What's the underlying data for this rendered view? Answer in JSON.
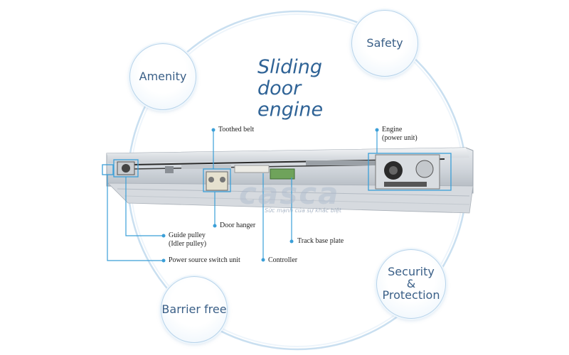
{
  "title": {
    "line1": "Sliding",
    "line2": "door",
    "line3": "engine"
  },
  "bubbles": {
    "amenity": "Amenity",
    "safety": "Safety",
    "barrier_free": "Barrier free",
    "security_line1": "Security",
    "security_line2": "&",
    "security_line3": "Protection"
  },
  "labels": {
    "toothed_belt": "Toothed belt",
    "engine_line1": "Engine",
    "engine_line2": "(power unit)",
    "door_hanger": "Door hanger",
    "track_base_plate": "Track base plate",
    "guide_pulley_line1": "Guide pulley",
    "guide_pulley_line2": "(Idler pulley)",
    "power_switch": "Power source switch unit",
    "controller": "Controller"
  },
  "watermark": {
    "brand": "casca",
    "slogan": "Sức mạnh của sự khác biệt"
  },
  "colors": {
    "accent": "#3b9fd8",
    "title": "#2f6396",
    "bubble_text": "#3a5f87",
    "ring": "#c9dff0"
  }
}
